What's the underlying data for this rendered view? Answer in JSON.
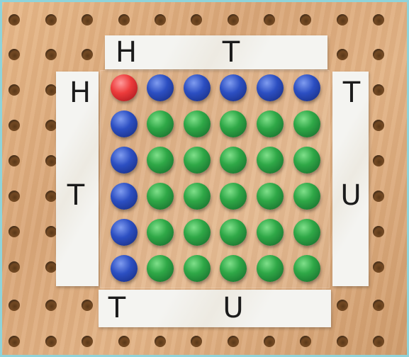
{
  "labels": {
    "top": [
      "H",
      "T"
    ],
    "left": [
      "H",
      "T"
    ],
    "right": [
      "T",
      "U"
    ],
    "bottom": [
      "T",
      "U"
    ]
  },
  "pegs": [
    [
      "red",
      "blue",
      "blue",
      "blue",
      "blue",
      "blue"
    ],
    [
      "blue",
      "green",
      "green",
      "green",
      "green",
      "green"
    ],
    [
      "blue",
      "green",
      "green",
      "green",
      "green",
      "green"
    ],
    [
      "blue",
      "green",
      "green",
      "green",
      "green",
      "green"
    ],
    [
      "blue",
      "green",
      "green",
      "green",
      "green",
      "green"
    ],
    [
      "blue",
      "green",
      "green",
      "green",
      "green",
      "green"
    ]
  ],
  "colors": {
    "board": "#dcaa7c",
    "card": "#f4f4f1",
    "red": "#ec3b3b",
    "blue": "#2c4fc2",
    "green": "#2fa847"
  }
}
